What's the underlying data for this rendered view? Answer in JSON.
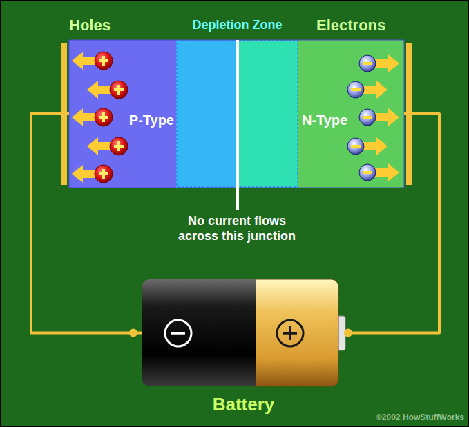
{
  "diagram": {
    "nodes": [
      {
        "text": [
          "Holes",
          "P-Type"
        ]
      },
      {
        "text": [
          "Depletion Zone"
        ]
      },
      {
        "text": [
          "Electrons",
          "N-Type"
        ]
      },
      {
        "text": [
          "Battery"
        ]
      }
    ],
    "edges": [
      {
        "from": 0,
        "to": 3,
        "arrow": "none"
      },
      {
        "from": 2,
        "to": 3,
        "arrow": "none"
      }
    ],
    "labels": [
      "No current flows across this junction",
      "©2002 HowStuffWorks"
    ]
  }
}
